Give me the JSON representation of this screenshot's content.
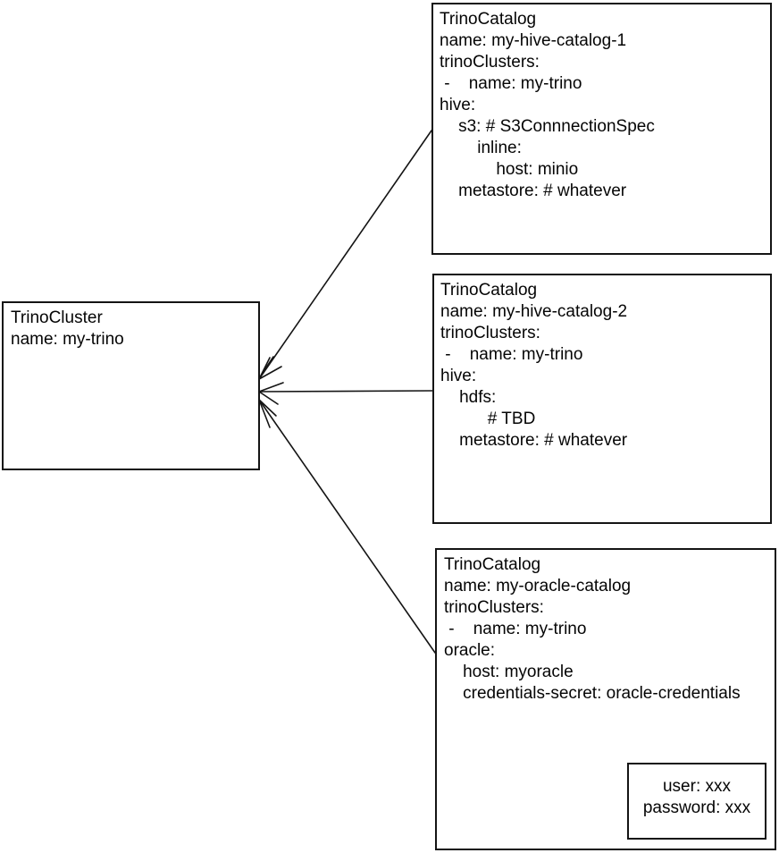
{
  "colors": {
    "background": "#ffffff",
    "stroke": "#141414",
    "text": "#050505"
  },
  "cluster_box": {
    "lines": [
      "TrinoCluster",
      "name: my-trino"
    ]
  },
  "catalog_boxes": [
    {
      "name": "hive-catalog-1",
      "lines": [
        "TrinoCatalog",
        "name: my-hive-catalog-1",
        "trinoClusters:",
        " -    name: my-trino",
        "hive:",
        "    s3: # S3ConnnectionSpec",
        "        inline:",
        "            host: minio",
        "    metastore: # whatever"
      ]
    },
    {
      "name": "hive-catalog-2",
      "lines": [
        "TrinoCatalog",
        "name: my-hive-catalog-2",
        "trinoClusters:",
        " -    name: my-trino",
        "hive:",
        "    hdfs:",
        "          # TBD",
        "    metastore: # whatever"
      ]
    },
    {
      "name": "oracle-catalog",
      "lines": [
        "TrinoCatalog",
        "name: my-oracle-catalog",
        "trinoClusters:",
        " -    name: my-trino",
        "oracle:",
        "    host: myoracle",
        "    credentials-secret: oracle-credentials"
      ]
    }
  ],
  "secret_box": {
    "lines": [
      "user: xxx",
      "password: xxx"
    ]
  }
}
